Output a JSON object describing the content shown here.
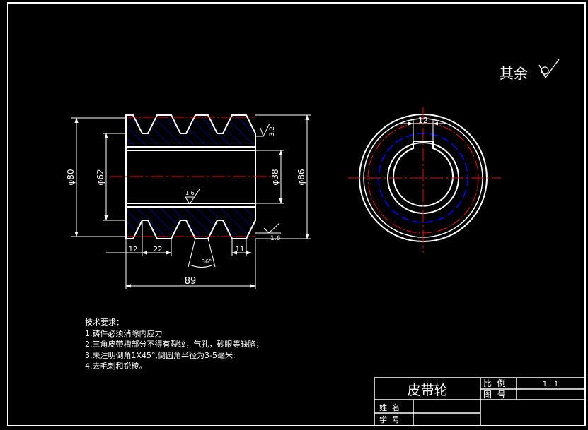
{
  "surface_note": {
    "prefix": "其余",
    "roughness_symbol": "not-machined-surface-symbol"
  },
  "dimensions": {
    "dia_80": "φ80",
    "dia_62": "φ62",
    "dia_38": "φ38",
    "dia_86": "φ86",
    "w_12": "12",
    "w_22": "22",
    "w_11": "11",
    "w_89": "89",
    "angle": "36°",
    "keyway": "12",
    "rough_32": "3.2",
    "rough_16a": "1.6",
    "rough_16b": "1.6"
  },
  "tech": {
    "title": "技术要求：",
    "items": [
      "1.铸件必须消除内应力",
      "2.三角皮带槽部分不得有裂纹，气孔，砂眼等缺陷；",
      "3.未注明倒角1X45°,倒圆角半径为3-5毫米;",
      "4.去毛刺和锐棱。"
    ]
  },
  "title_block": {
    "name": "皮带轮",
    "scale_label": "比  例",
    "scale_value": "1 : 1",
    "drawing_no_label": "图  号",
    "author_label": "姓  名",
    "student_no_label": "学  号"
  },
  "colors": {
    "outline": "#ffffff",
    "centerline": "#ff0000",
    "hatch": "#0000ff",
    "background": "#000000"
  }
}
